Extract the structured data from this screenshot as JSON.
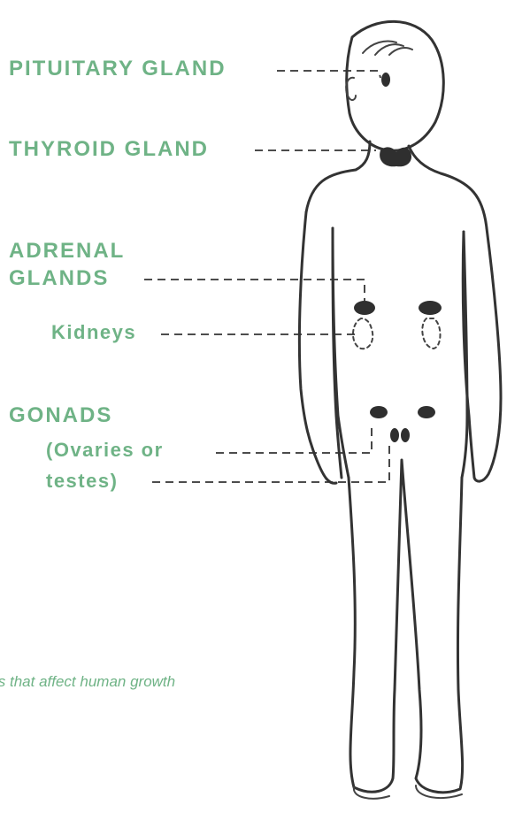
{
  "labels": {
    "pituitary": "PITUITARY GLAND",
    "thyroid": "THYROID GLAND",
    "adrenal_line1": "ADRENAL",
    "adrenal_line2": "GLANDS",
    "kidneys": "Kidneys",
    "gonads": "GONADS",
    "ovaries": "(Ovaries or",
    "testes": "testes)"
  },
  "caption": "ls that affect human growth",
  "colors": {
    "label": "#6fb386",
    "outline": "#333333",
    "gland": "#2f2f2f"
  }
}
